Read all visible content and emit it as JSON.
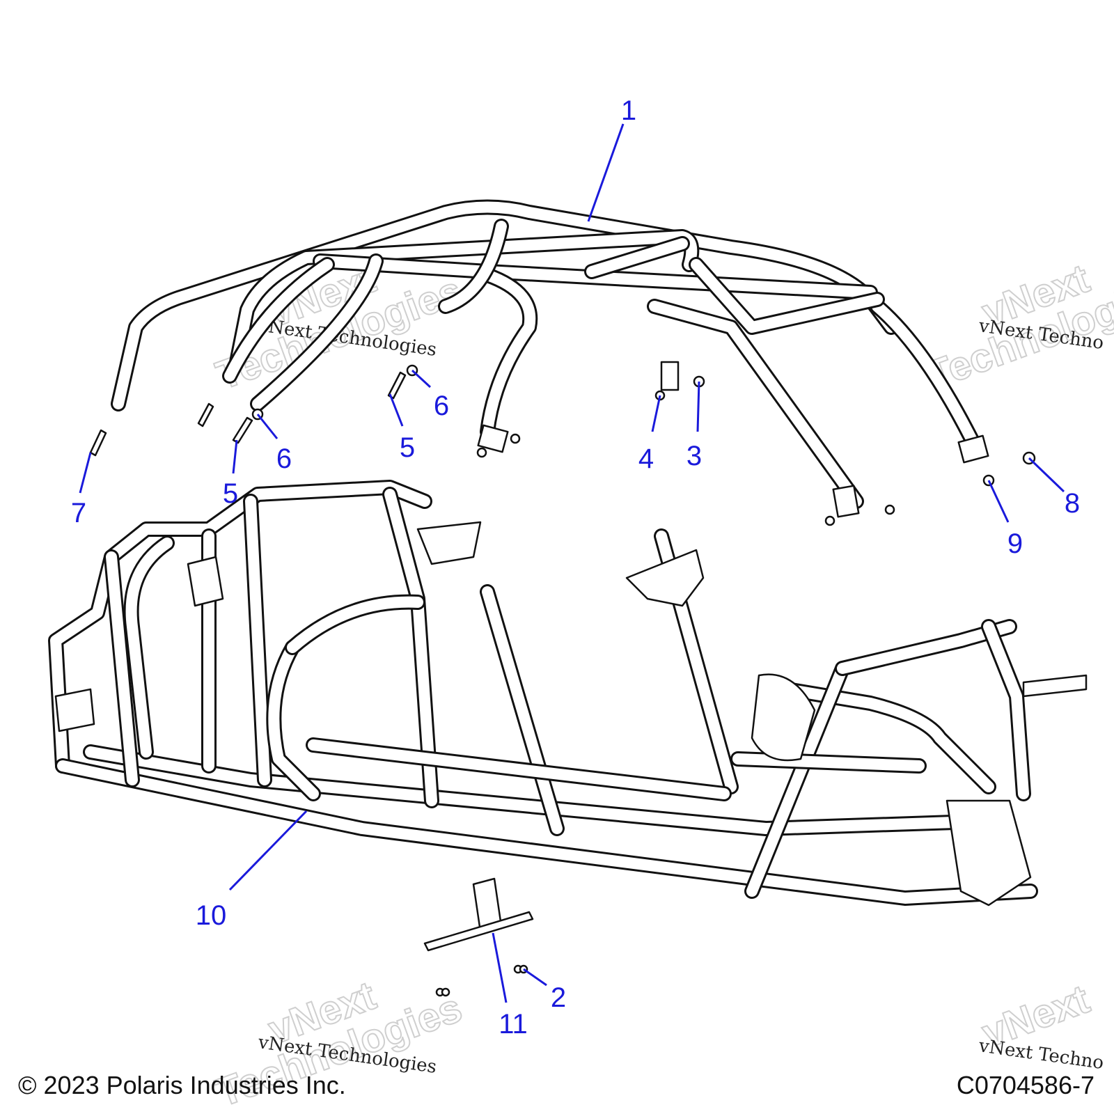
{
  "diagram": {
    "callouts": [
      {
        "id": "c1",
        "label": "1"
      },
      {
        "id": "c2",
        "label": "2"
      },
      {
        "id": "c3",
        "label": "3"
      },
      {
        "id": "c4",
        "label": "4"
      },
      {
        "id": "c5a",
        "label": "5"
      },
      {
        "id": "c5b",
        "label": "5"
      },
      {
        "id": "c6a",
        "label": "6"
      },
      {
        "id": "c6b",
        "label": "6"
      },
      {
        "id": "c7",
        "label": "7"
      },
      {
        "id": "c8",
        "label": "8"
      },
      {
        "id": "c9",
        "label": "9"
      },
      {
        "id": "c10",
        "label": "10"
      },
      {
        "id": "c11",
        "label": "11"
      }
    ],
    "watermark": {
      "brand": "vNext",
      "word": "Technologies",
      "caption": "vNext Technologies",
      "caption_cut": "vNext Techno"
    }
  },
  "footer": {
    "copyright": "© 2023 Polaris Industries Inc.",
    "figure_code": "C0704586-7"
  },
  "colors": {
    "callout": "#1a1adb",
    "line_art": "#111111",
    "watermark": "#cfcfcf"
  }
}
